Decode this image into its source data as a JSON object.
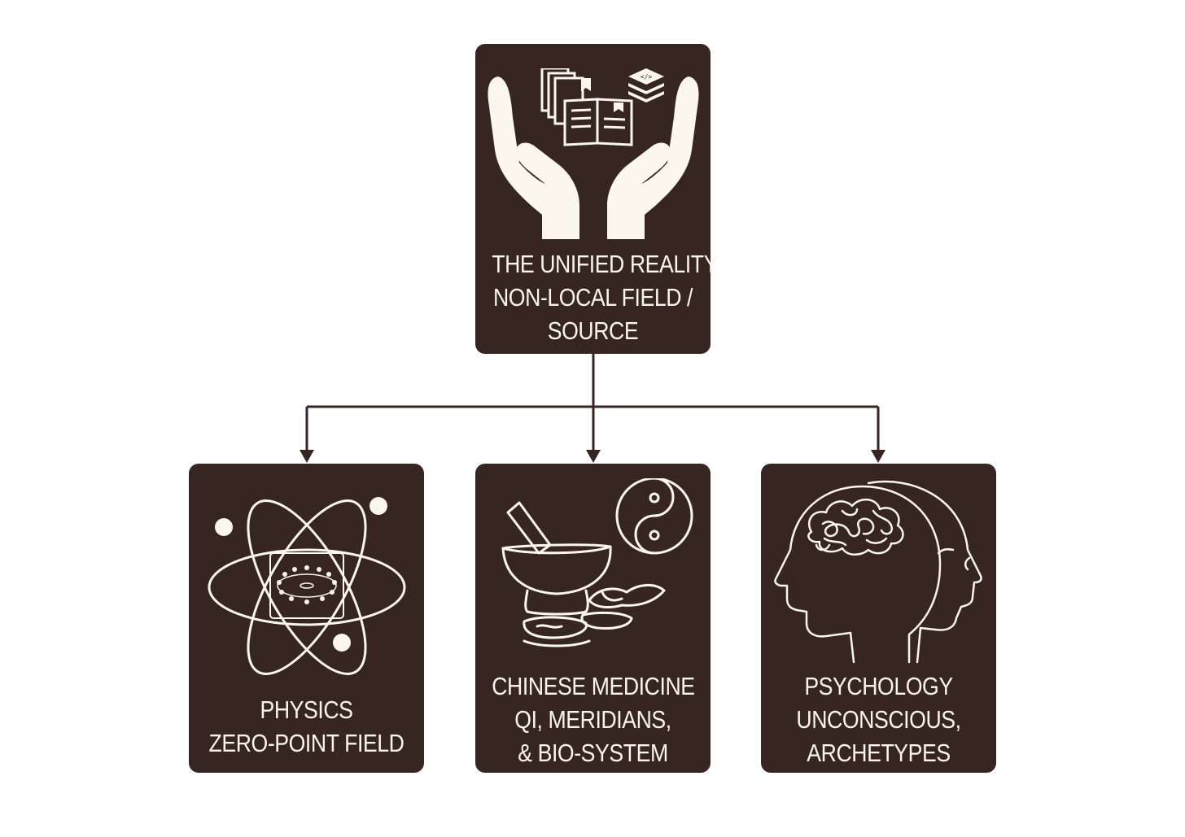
{
  "colors": {
    "card_bg": "#362520",
    "icon": "#fbf6ee",
    "connector": "#362520",
    "background": "#ffffff"
  },
  "top": {
    "icon": "hands-holding-books-icon",
    "lines": [
      "THE UNIFIED REALITY",
      "NON-LOCAL FIELD /",
      "SOURCE"
    ]
  },
  "children": [
    {
      "icon": "atom-icon",
      "lines": [
        "PHYSICS",
        "ZERO-POINT FIELD"
      ]
    },
    {
      "icon": "mortar-pestle-yin-yang-icon",
      "lines": [
        "CHINESE MEDICINE",
        "QI, MERIDIANS,",
        "& BIO-SYSTEM"
      ]
    },
    {
      "icon": "head-profile-brain-icon",
      "lines": [
        "PSYCHOLOGY",
        "UNCONSCIOUS,",
        "ARCHETYPES"
      ]
    }
  ]
}
